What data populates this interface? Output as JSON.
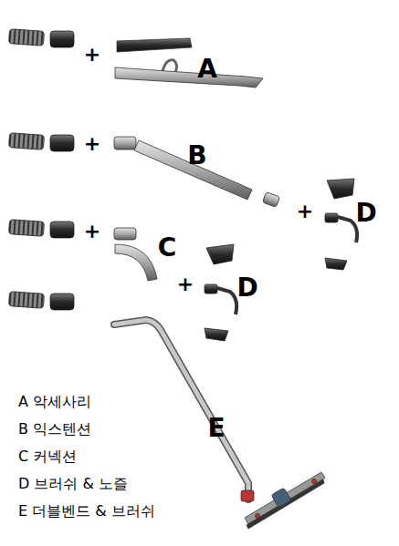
{
  "diagram": {
    "labels": [
      "A",
      "+",
      "B",
      "+",
      "D",
      "+",
      "C",
      "+",
      "D",
      "+",
      "E",
      "A 악세사리",
      "B 익스텐션",
      "C 커넥션",
      "D 브러쉬 & 노즐",
      "E 더블벤드 & 브러쉬"
    ]
  }
}
